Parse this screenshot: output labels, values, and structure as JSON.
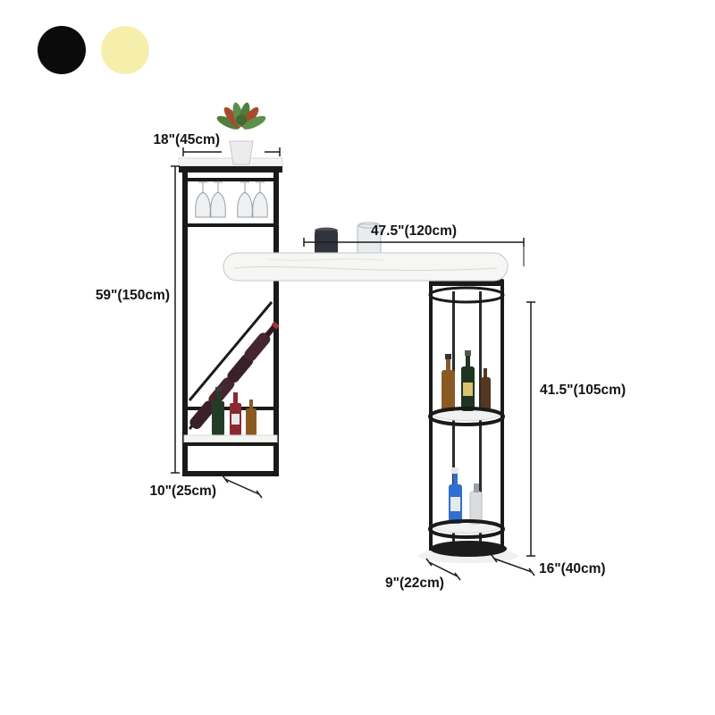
{
  "swatches": {
    "black": "#0b0b0b",
    "cream": "#f6efab"
  },
  "dimensions": {
    "top_shelf_width": "18\"(45cm)",
    "bar_length": "47.5\"(120cm)",
    "left_height": "59\"(150cm)",
    "right_height": "41.5\"(105cm)",
    "tower_depth": "10\"(25cm)",
    "column_depth": "9\"(22cm)",
    "shelf_depth": "16\"(40cm)"
  }
}
